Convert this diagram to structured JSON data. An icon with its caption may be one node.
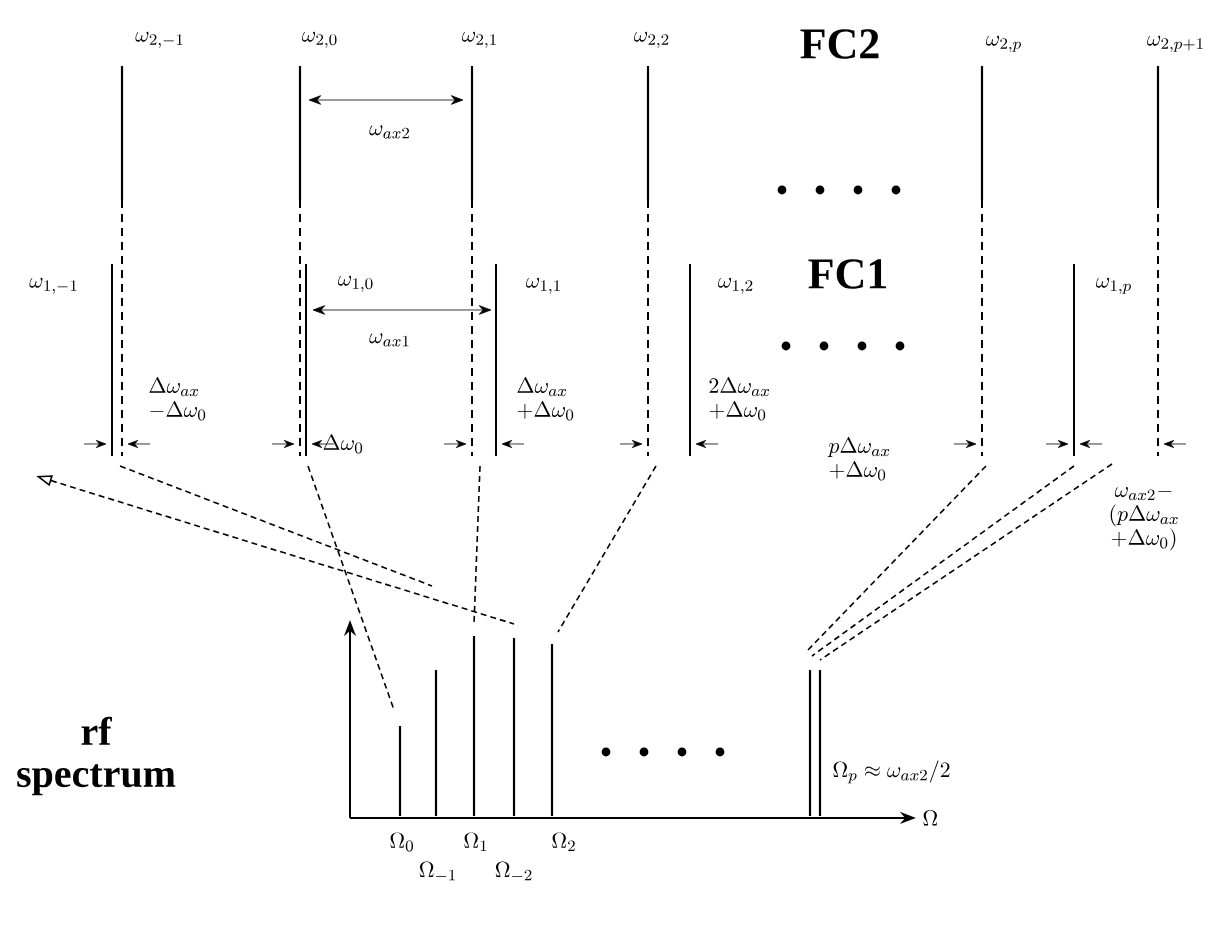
{
  "diagram": {
    "labels": [
      "\\omega_{2,-1}",
      "\\omega_{2,0}",
      "\\omega_{2,1}",
      "\\omega_{2,2}",
      "FC2",
      "\\omega_{2,p}",
      "\\omega_{2,p+1}",
      "\\omega_{ax2}",
      "\\omega_{1,-1}",
      "\\omega_{1,0}",
      "\\omega_{1,1}",
      "\\omega_{1,2}",
      "FC1",
      "\\omega_{1,p}",
      "\\omega_{ax1}",
      "\\begin{array}{l}\\Delta\\omega_{ax}\\\\-\\Delta\\omega_0\\end{array}",
      "\\Delta\\omega_0",
      "\\begin{array}{l}\\Delta\\omega_{ax}\\\\+\\Delta\\omega_0\\end{array}",
      "\\begin{array}{l}2\\Delta\\omega_{ax}\\\\+\\Delta\\omega_0\\end{array}",
      "\\begin{array}{l}p\\Delta\\omega_{ax}\\\\+\\Delta\\omega_0\\end{array}",
      "\\begin{array}{c}\\omega_{ax2}-\\\\(p\\Delta\\omega_{ax}\\\\+\\Delta\\omega_0)\\end{array}",
      "rf spectrum",
      "\\Omega_p\\approx\\omega_{ax2}/2",
      "\\Omega",
      "\\Omega_0",
      "\\Omega_1",
      "\\Omega_2",
      "\\Omega_{-1}",
      "\\Omega_{-2}"
    ]
  }
}
